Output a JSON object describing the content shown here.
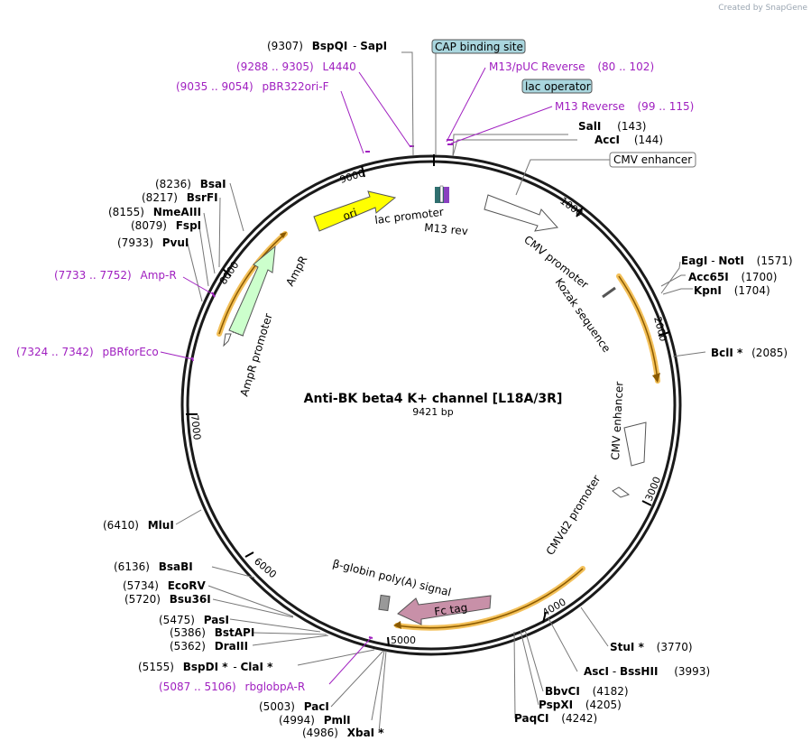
{
  "watermark": "Created by SnapGene",
  "plasmid": {
    "name": "Anti-BK beta4 K+ channel [L18A/3R]",
    "size": "9421 bp"
  },
  "ticks": [
    "1000",
    "2000",
    "3000",
    "4000",
    "5000",
    "6000",
    "7000",
    "8000",
    "9000"
  ],
  "sites": {
    "bspqi_sapi": {
      "pos": "(9307)",
      "name": "BspQI",
      "sep": " - ",
      "name2": "SapI"
    },
    "sali": {
      "name": "SalI",
      "pos": "(143)"
    },
    "acci": {
      "name": "AccI",
      "pos": "(144)"
    },
    "eagi_noti": {
      "name": "EagI",
      "sep": " - ",
      "name2": "NotI",
      "pos": "(1571)"
    },
    "acc65i": {
      "name": "Acc65I",
      "pos": "(1700)"
    },
    "kpni": {
      "name": "KpnI",
      "pos": "(1704)"
    },
    "bcli": {
      "name": "BclI *",
      "pos": "(2085)"
    },
    "stui": {
      "name": "StuI *",
      "pos": "(3770)"
    },
    "asci_bsshii": {
      "name": "AscI",
      "sep": " - ",
      "name2": "BssHII",
      "pos": "(3993)"
    },
    "bbvci": {
      "name": "BbvCI",
      "pos": "(4182)"
    },
    "pspxi": {
      "name": "PspXI",
      "pos": "(4205)"
    },
    "paqci": {
      "name": "PaqCI",
      "pos": "(4242)"
    },
    "xbai": {
      "pos": "(4986)",
      "name": "XbaI *"
    },
    "pmli": {
      "pos": "(4994)",
      "name": "PmlI"
    },
    "paci": {
      "pos": "(5003)",
      "name": "PacI"
    },
    "bspdi_clai": {
      "pos": "(5155)",
      "name": "BspDI *",
      "sep": " - ",
      "name2": "ClaI *"
    },
    "drai": {
      "pos": "(5362)",
      "name": "DraIII"
    },
    "bstapi": {
      "pos": "(5386)",
      "name": "BstAPI"
    },
    "pasi": {
      "pos": "(5475)",
      "name": "PasI"
    },
    "bsu36i": {
      "pos": "(5720)",
      "name": "Bsu36I"
    },
    "ecorv": {
      "pos": "(5734)",
      "name": "EcoRV"
    },
    "bsabi": {
      "pos": "(6136)",
      "name": "BsaBI"
    },
    "mlui": {
      "pos": "(6410)",
      "name": "MluI"
    },
    "pvui": {
      "pos": "(7933)",
      "name": "PvuI"
    },
    "fspi": {
      "pos": "(8079)",
      "name": "FspI"
    },
    "nmeaiii": {
      "pos": "(8155)",
      "name": "NmeAIII"
    },
    "bsrfi": {
      "pos": "(8217)",
      "name": "BsrFI"
    },
    "bsai": {
      "pos": "(8236)",
      "name": "BsaI"
    }
  },
  "primers": {
    "l4440": {
      "range": "(9288 .. 9305)",
      "name": "L4440"
    },
    "pbr322ori": {
      "range": "(9035 .. 9054)",
      "name": "pBR322ori-F"
    },
    "m13puc": {
      "name": "M13/pUC Reverse",
      "range": "(80 .. 102)"
    },
    "m13rev": {
      "name": "M13 Reverse",
      "range": "(99 .. 115)"
    },
    "ampr": {
      "range": "(7733 .. 7752)",
      "name": "Amp-R"
    },
    "pbrforeco": {
      "range": "(7324 .. 7342)",
      "name": "pBRforEco"
    },
    "rbglobpa": {
      "range": "(5087 .. 5106)",
      "name": "rbglobpA-R"
    }
  },
  "boxed": {
    "cap": "CAP binding site",
    "lacop": "lac operator",
    "cmvenh": "CMV enhancer"
  },
  "features": {
    "ori": "ori",
    "lac_promoter": "lac promoter",
    "m13rev": "M13 rev",
    "cmv_promoter": "CMV promoter",
    "kozak": "Kozak sequence",
    "cmv_enhancer": "CMV enhancer",
    "cmvd2": "CMVd2 promoter",
    "fc_tag": "Fc tag",
    "bglobin": "β-globin poly(A) signal",
    "ampr": "AmpR",
    "ampr_promoter": "AmpR promoter"
  },
  "colors": {
    "ori": "#ffff00",
    "ampr": "#ccffcc",
    "fc_tag": "#c890a8",
    "orf_highlight": "#f0b030",
    "orf_line": "#8b5a00",
    "primer": "#a020c0",
    "box_fill": "#a9d6de",
    "lac_promoter": "#2f6f6f",
    "m13_rev": "#8a40c0"
  }
}
